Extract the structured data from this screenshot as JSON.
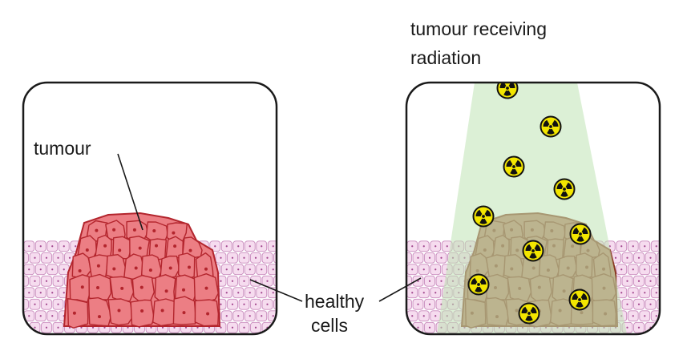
{
  "labels": {
    "title_line1": "tumour receiving",
    "title_line2": "radiation",
    "tumour": "tumour",
    "healthy_line1": "healthy",
    "healthy_line2": "cells"
  },
  "colors": {
    "healthy_fill": "#f6dcef",
    "healthy_stroke": "#c98bbd",
    "tumour_fill": "#ec7e84",
    "tumour_stroke": "#b3252d",
    "irradiated_fill": "#b97a62",
    "irradiated_stroke": "#8a3a22",
    "beam": "#bfe3b5",
    "radiation_yellow": "#f3e600",
    "radiation_black": "#111111"
  },
  "icons": {
    "radiation_symbol": "radiation-trefoil-icon"
  }
}
